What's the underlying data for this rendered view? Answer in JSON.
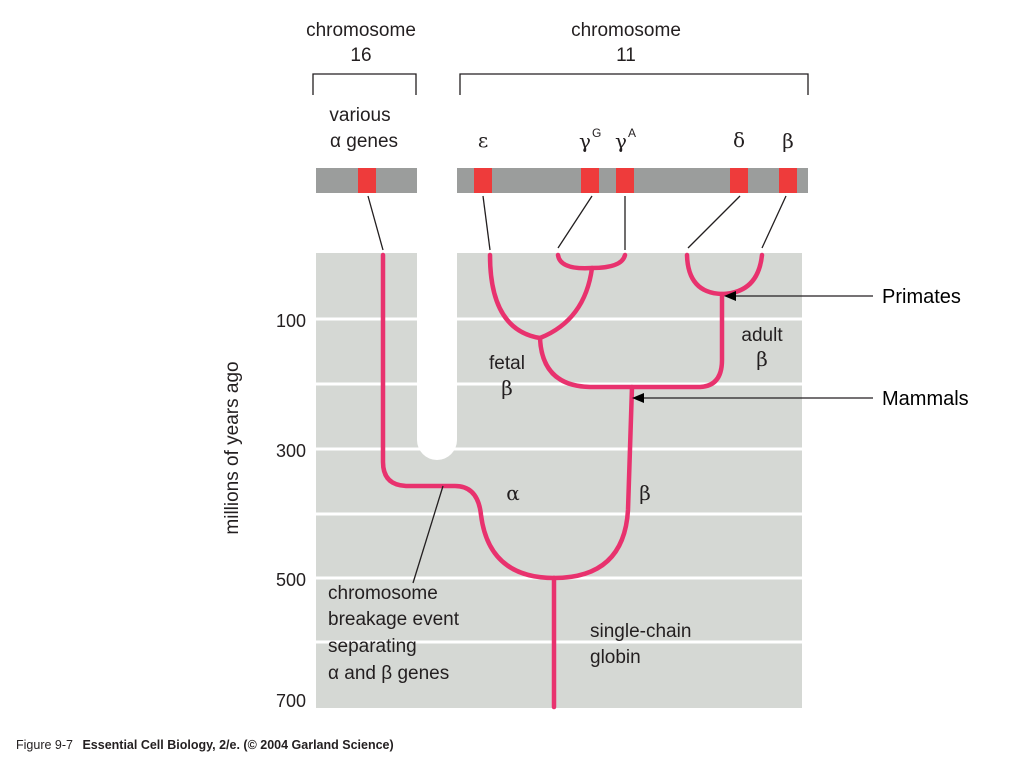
{
  "headers": {
    "chr16": {
      "line1": "chromosome",
      "line2": "16"
    },
    "chr11": {
      "line1": "chromosome",
      "line2": "11"
    }
  },
  "gene_labels": {
    "various_line1": "various",
    "various_line2": "α genes",
    "epsilon": "ε",
    "gamma_g": "γ",
    "gamma_g_sup": "G",
    "gamma_a": "γ",
    "gamma_a_sup": "A",
    "delta": "δ",
    "beta": "β"
  },
  "axis": {
    "label": "millions of years ago",
    "ticks": [
      "100",
      "300",
      "500",
      "700"
    ]
  },
  "tree_labels": {
    "fetal_line1": "fetal",
    "fetal_line2": "β",
    "adult_line1": "adult",
    "adult_line2": "β",
    "alpha": "α",
    "beta": "β",
    "breakage_line1": "chromosome",
    "breakage_line2": "breakage event",
    "breakage_line3": "separating",
    "breakage_line4": "α and β genes",
    "single_line1": "single-chain",
    "single_line2": "globin"
  },
  "annotations": {
    "primates": "Primates",
    "mammals": "Mammals"
  },
  "caption": {
    "figure": "Figure 9-7",
    "source": "Essential Cell Biology, 2/e. (© 2004 Garland Science)"
  },
  "colors": {
    "branch": "#e8326e",
    "gene_block": "#ee3b3b",
    "chromosome_bar": "#9b9d9c",
    "background_panel": "#d5d8d4",
    "band_line": "#ffffff"
  }
}
